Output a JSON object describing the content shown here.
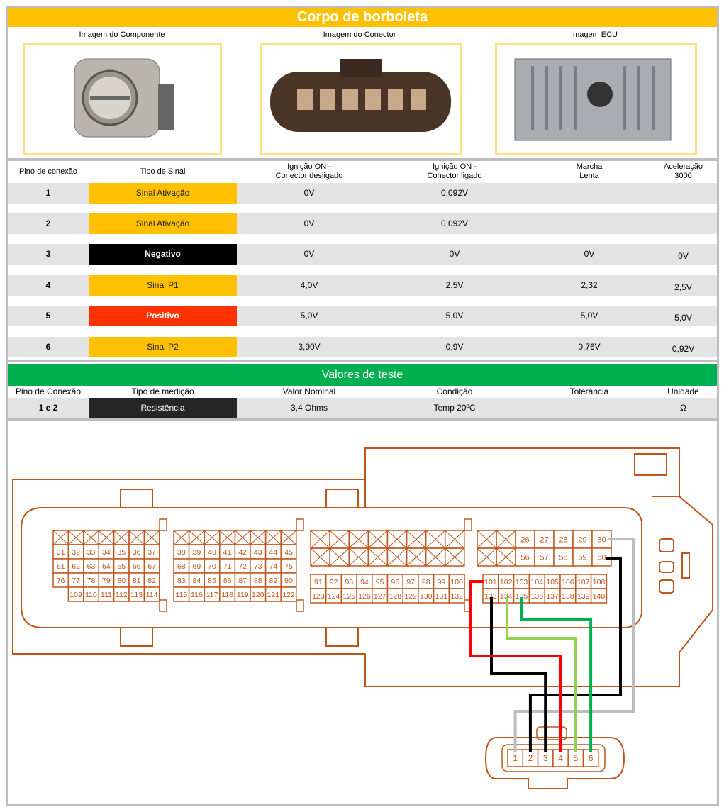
{
  "title": "Corpo de borboleta",
  "images": {
    "component": "Imagem do Componente",
    "connector": "Imagem do Conector",
    "ecu": "Imagem ECU"
  },
  "table": {
    "headers": [
      "Pino de conexão",
      "Tipo de Sinal",
      "Ignição ON - Conector desligado",
      "Ignição ON - Conector ligado",
      "Marcha Lenta",
      "Aceleração 3000"
    ],
    "header_lines": [
      [
        "Pino de conexão"
      ],
      [
        "Tipo de Sinal"
      ],
      [
        "Ignição ON -",
        "Conector desligado"
      ],
      [
        "Ignição ON -",
        "Conector ligado"
      ],
      [
        "Marcha",
        "Lenta"
      ],
      [
        "Aceleração",
        "3000"
      ]
    ],
    "rows": [
      {
        "pin": "1",
        "signal": "Sinal Ativação",
        "color": "#FFC000",
        "text_color": "#222",
        "v1": "0V",
        "v2": "0,092V",
        "v3": "",
        "v4": ""
      },
      {
        "pin": "2",
        "signal": "Sinal Ativação",
        "color": "#FFC000",
        "text_color": "#222",
        "v1": "0V",
        "v2": "0,092V",
        "v3": "",
        "v4": ""
      },
      {
        "pin": "3",
        "signal": "Negativo",
        "color": "#000000",
        "text_color": "#fff",
        "v1": "0V",
        "v2": "0V",
        "v3": "0V",
        "v4": "0V"
      },
      {
        "pin": "4",
        "signal": "Sinal P1",
        "color": "#FFC000",
        "text_color": "#222",
        "v1": "4,0V",
        "v2": "2,5V",
        "v3": "2,32",
        "v4": "2,5V"
      },
      {
        "pin": "5",
        "signal": "Positivo",
        "color": "#FF3300",
        "text_color": "#fff",
        "v1": "5,0V",
        "v2": "5,0V",
        "v3": "5,0V",
        "v4": "5,0V"
      },
      {
        "pin": "6",
        "signal": "Sinal P2",
        "color": "#FFC000",
        "text_color": "#222",
        "v1": "3,90V",
        "v2": "0,9V",
        "v3": "0,76V",
        "v4": "0,92V"
      }
    ]
  },
  "test": {
    "title": "Valores de teste",
    "headers": [
      "Pino de Conexão",
      "Tipo de medição",
      "Valor Nominal",
      "Condição",
      "Tolerância",
      "Unidade"
    ],
    "row": {
      "pin": "1 e 2",
      "type": "Resistência",
      "nominal": "3,4 Ohms",
      "condition": "Temp 20ºC",
      "tolerance": "",
      "unit": "Ω"
    }
  },
  "diagram": {
    "outline_color": "#C0561C",
    "block1": [
      [
        "31",
        "32",
        "33",
        "34",
        "35",
        "36",
        "37"
      ],
      [
        "61",
        "62",
        "63",
        "64",
        "65",
        "66",
        "67"
      ],
      [
        "76",
        "77",
        "78",
        "79",
        "80",
        "81",
        "82"
      ],
      [
        "109",
        "110",
        "111",
        "112",
        "113",
        "114"
      ]
    ],
    "block2": [
      [
        "38",
        "39",
        "40",
        "41",
        "42",
        "43",
        "44",
        "45"
      ],
      [
        "68",
        "69",
        "70",
        "71",
        "72",
        "73",
        "74",
        "75"
      ],
      [
        "83",
        "84",
        "85",
        "86",
        "87",
        "88",
        "89",
        "90"
      ],
      [
        "115",
        "116",
        "117",
        "118",
        "119",
        "120",
        "121",
        "122"
      ]
    ],
    "block3": [
      [
        "91",
        "92",
        "93",
        "94",
        "95",
        "96",
        "97",
        "98",
        "99",
        "100"
      ],
      [
        "123",
        "124",
        "125",
        "126",
        "127",
        "128",
        "129",
        "130",
        "131",
        "132"
      ]
    ],
    "block4": [
      [
        "26",
        "27",
        "28",
        "29",
        "30"
      ],
      [
        "56",
        "57",
        "58",
        "59",
        "60"
      ]
    ],
    "block5": [
      [
        "101",
        "102",
        "103",
        "104",
        "105",
        "106",
        "107",
        "108"
      ],
      [
        "133",
        "134",
        "135",
        "136",
        "137",
        "138",
        "139",
        "140"
      ]
    ],
    "connector_pins": [
      "1",
      "2",
      "3",
      "4",
      "5",
      "6"
    ],
    "wires": [
      {
        "from": "30",
        "to": "1",
        "color": "#BDBDBD"
      },
      {
        "from": "60",
        "to": "2",
        "color": "#000000"
      },
      {
        "from": "133",
        "to": "3",
        "color": "#000000"
      },
      {
        "from": "101",
        "to": "4",
        "color": "#FF0000"
      },
      {
        "from": "134",
        "to": "5",
        "color": "#92D050"
      },
      {
        "from": "135",
        "to": "6",
        "color": "#00B050"
      }
    ]
  }
}
